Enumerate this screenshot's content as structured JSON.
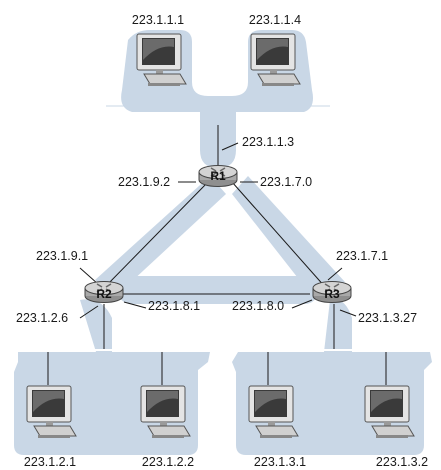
{
  "routers": {
    "r1": {
      "name": "R1"
    },
    "r2": {
      "name": "R2"
    },
    "r3": {
      "name": "R3"
    }
  },
  "hosts": {
    "top_left": "223.1.1.1",
    "top_right": "223.1.1.4",
    "bl_left": "223.1.2.1",
    "bl_right": "223.1.2.2",
    "br_left": "223.1.3.1",
    "br_right": "223.1.3.2"
  },
  "interfaces": {
    "r1_top": "223.1.1.3",
    "r1_left": "223.1.9.2",
    "r1_right": "223.1.7.0",
    "r2_top": "223.1.9.1",
    "r2_left": "223.1.2.6",
    "r2_right": "223.1.8.1",
    "r3_top": "223.1.7.1",
    "r3_left": "223.1.8.0",
    "r3_right": "223.1.3.27"
  },
  "colors": {
    "subnet_fill": "#c9d7e6",
    "router_body": "#a9a9a9",
    "router_top": "#d4d4d4",
    "link_line": "#1a1a1a"
  }
}
